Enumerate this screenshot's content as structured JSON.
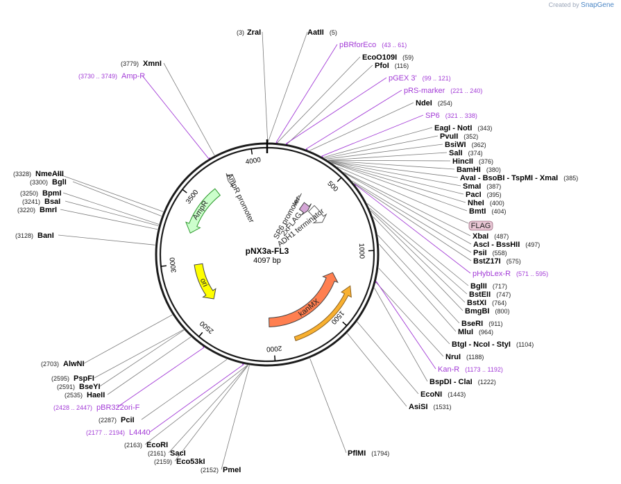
{
  "brand": {
    "created_by": "Created by",
    "name": "SnapGene"
  },
  "plasmid": {
    "name": "pNX3a-FL3",
    "size_label": "4097 bp",
    "length": 4097
  },
  "ticks": [
    {
      "pos": 500,
      "label": "500"
    },
    {
      "pos": 1000,
      "label": "1000"
    },
    {
      "pos": 1500,
      "label": "1500"
    },
    {
      "pos": 2000,
      "label": "2000"
    },
    {
      "pos": 2500,
      "label": "2500"
    },
    {
      "pos": 3000,
      "label": "3000"
    },
    {
      "pos": 3500,
      "label": "3500"
    },
    {
      "pos": 4000,
      "label": "4000"
    }
  ],
  "features": [
    {
      "name": "AmpR",
      "start": 3250,
      "end": 3660,
      "dir": -1,
      "color": "#ccffcc",
      "stroke": "#2e9a2e",
      "radius": 115
    },
    {
      "name": "AmpR promoter",
      "start": 3780,
      "end": 3830,
      "dir": -1,
      "color": "#ffffff",
      "stroke": "#555555",
      "radius": 120
    },
    {
      "name": "ori",
      "start": 2620,
      "end": 2980,
      "dir": -1,
      "color": "#ffff00",
      "stroke": "#444444",
      "radius": 100
    },
    {
      "name": "kanMX",
      "start": 1200,
      "end": 2030,
      "dir": -1,
      "color": "#ff7f50",
      "stroke": "#444444",
      "radius": 98
    },
    {
      "name": "Kan-R",
      "start": 1260,
      "end": 1840,
      "dir": -1,
      "color": "#f8b030",
      "stroke": "#8a6020",
      "radius": 128
    },
    {
      "name": "SP6 promoter",
      "start": 321,
      "end": 338,
      "dir": 1,
      "color": "#ffffff",
      "stroke": "#555555",
      "radius": 90
    },
    {
      "name": "2xFLAG",
      "start": 404,
      "end": 487,
      "dir": 1,
      "color": "#d4a5d6",
      "stroke": "#444444",
      "radius": 86
    },
    {
      "name": "ADH1 terminator",
      "start": 500,
      "end": 680,
      "dir": 1,
      "color": "#ffffff",
      "stroke": "#555555",
      "radius": 92
    }
  ],
  "sites": [
    {
      "name": "ZraI",
      "pos": "(3)",
      "kind": "enzyme"
    },
    {
      "name": "AatII",
      "pos": "(5)",
      "kind": "enzyme"
    },
    {
      "name": "pBRforEco",
      "pos": "(43 .. 61)",
      "kind": "primer"
    },
    {
      "name": "EcoO109I",
      "pos": "(59)",
      "kind": "enzyme"
    },
    {
      "name": "PfoI",
      "pos": "(116)",
      "kind": "enzyme"
    },
    {
      "name": "pGEX 3'",
      "pos": "(99 .. 121)",
      "kind": "primer"
    },
    {
      "name": "pRS-marker",
      "pos": "(221 .. 240)",
      "kind": "primer"
    },
    {
      "name": "NdeI",
      "pos": "(254)",
      "kind": "enzyme"
    },
    {
      "name": "SP6",
      "pos": "(321 .. 338)",
      "kind": "primer"
    },
    {
      "name": "EagI - NotI",
      "pos": "(343)",
      "kind": "enzyme"
    },
    {
      "name": "PvuII",
      "pos": "(352)",
      "kind": "enzyme"
    },
    {
      "name": "BsiWI",
      "pos": "(362)",
      "kind": "enzyme"
    },
    {
      "name": "SalI",
      "pos": "(374)",
      "kind": "enzyme"
    },
    {
      "name": "HincII",
      "pos": "(376)",
      "kind": "enzyme"
    },
    {
      "name": "BamHI",
      "pos": "(380)",
      "kind": "enzyme"
    },
    {
      "name": "AvaI - BsoBI - TspMI - XmaI",
      "pos": "(385)",
      "kind": "enzyme"
    },
    {
      "name": "SmaI",
      "pos": "(387)",
      "kind": "enzyme"
    },
    {
      "name": "PacI",
      "pos": "(395)",
      "kind": "enzyme"
    },
    {
      "name": "NheI",
      "pos": "(400)",
      "kind": "enzyme"
    },
    {
      "name": "BmtI",
      "pos": "(404)",
      "kind": "enzyme"
    },
    {
      "name": "FLAG",
      "pos": "",
      "kind": "feature"
    },
    {
      "name": "XbaI",
      "pos": "(487)",
      "kind": "enzyme"
    },
    {
      "name": "AscI - BssHII",
      "pos": "(497)",
      "kind": "enzyme"
    },
    {
      "name": "PsiI",
      "pos": "(558)",
      "kind": "enzyme"
    },
    {
      "name": "BstZ17I",
      "pos": "(575)",
      "kind": "enzyme"
    },
    {
      "name": "pHybLex-R",
      "pos": "(571 .. 595)",
      "kind": "primer"
    },
    {
      "name": "BglII",
      "pos": "(717)",
      "kind": "enzyme"
    },
    {
      "name": "BstEII",
      "pos": "(747)",
      "kind": "enzyme"
    },
    {
      "name": "BstXI",
      "pos": "(764)",
      "kind": "enzyme"
    },
    {
      "name": "BmgBI",
      "pos": "(800)",
      "kind": "enzyme"
    },
    {
      "name": "BseRI",
      "pos": "(911)",
      "kind": "enzyme"
    },
    {
      "name": "MluI",
      "pos": "(964)",
      "kind": "enzyme"
    },
    {
      "name": "BtgI - NcoI - StyI",
      "pos": "(1104)",
      "kind": "enzyme"
    },
    {
      "name": "NruI",
      "pos": "(1188)",
      "kind": "enzyme"
    },
    {
      "name": "Kan-R",
      "pos": "(1173 .. 1192)",
      "kind": "primer"
    },
    {
      "name": "BspDI - ClaI",
      "pos": "(1222)",
      "kind": "enzyme"
    },
    {
      "name": "EcoNI",
      "pos": "(1443)",
      "kind": "enzyme"
    },
    {
      "name": "AsiSI",
      "pos": "(1531)",
      "kind": "enzyme"
    },
    {
      "name": "PflMI",
      "pos": "(1794)",
      "kind": "enzyme"
    },
    {
      "name": "PmeI",
      "pos": "(2152)",
      "kind": "enzyme"
    },
    {
      "name": "Eco53kI",
      "pos": "(2159)",
      "kind": "enzyme"
    },
    {
      "name": "SacI",
      "pos": "(2161)",
      "kind": "enzyme"
    },
    {
      "name": "EcoRI",
      "pos": "(2163)",
      "kind": "enzyme"
    },
    {
      "name": "L4440",
      "pos": "(2177 .. 2194)",
      "kind": "primer"
    },
    {
      "name": "PciI",
      "pos": "(2287)",
      "kind": "enzyme"
    },
    {
      "name": "pBR322ori-F",
      "pos": "(2428 .. 2447)",
      "kind": "primer"
    },
    {
      "name": "HaeII",
      "pos": "(2535)",
      "kind": "enzyme"
    },
    {
      "name": "BseYI",
      "pos": "(2591)",
      "kind": "enzyme"
    },
    {
      "name": "PspFI",
      "pos": "(2595)",
      "kind": "enzyme"
    },
    {
      "name": "AlwNI",
      "pos": "(2703)",
      "kind": "enzyme"
    },
    {
      "name": "BanI",
      "pos": "(3128)",
      "kind": "enzyme"
    },
    {
      "name": "BmrI",
      "pos": "(3220)",
      "kind": "enzyme"
    },
    {
      "name": "BsaI",
      "pos": "(3241)",
      "kind": "enzyme"
    },
    {
      "name": "BpmI",
      "pos": "(3250)",
      "kind": "enzyme"
    },
    {
      "name": "BglI",
      "pos": "(3300)",
      "kind": "enzyme"
    },
    {
      "name": "NmeAIII",
      "pos": "(3328)",
      "kind": "enzyme"
    },
    {
      "name": "Amp-R",
      "pos": "(3730 .. 3749)",
      "kind": "primer"
    },
    {
      "name": "XmnI",
      "pos": "(3779)",
      "kind": "enzyme"
    }
  ]
}
